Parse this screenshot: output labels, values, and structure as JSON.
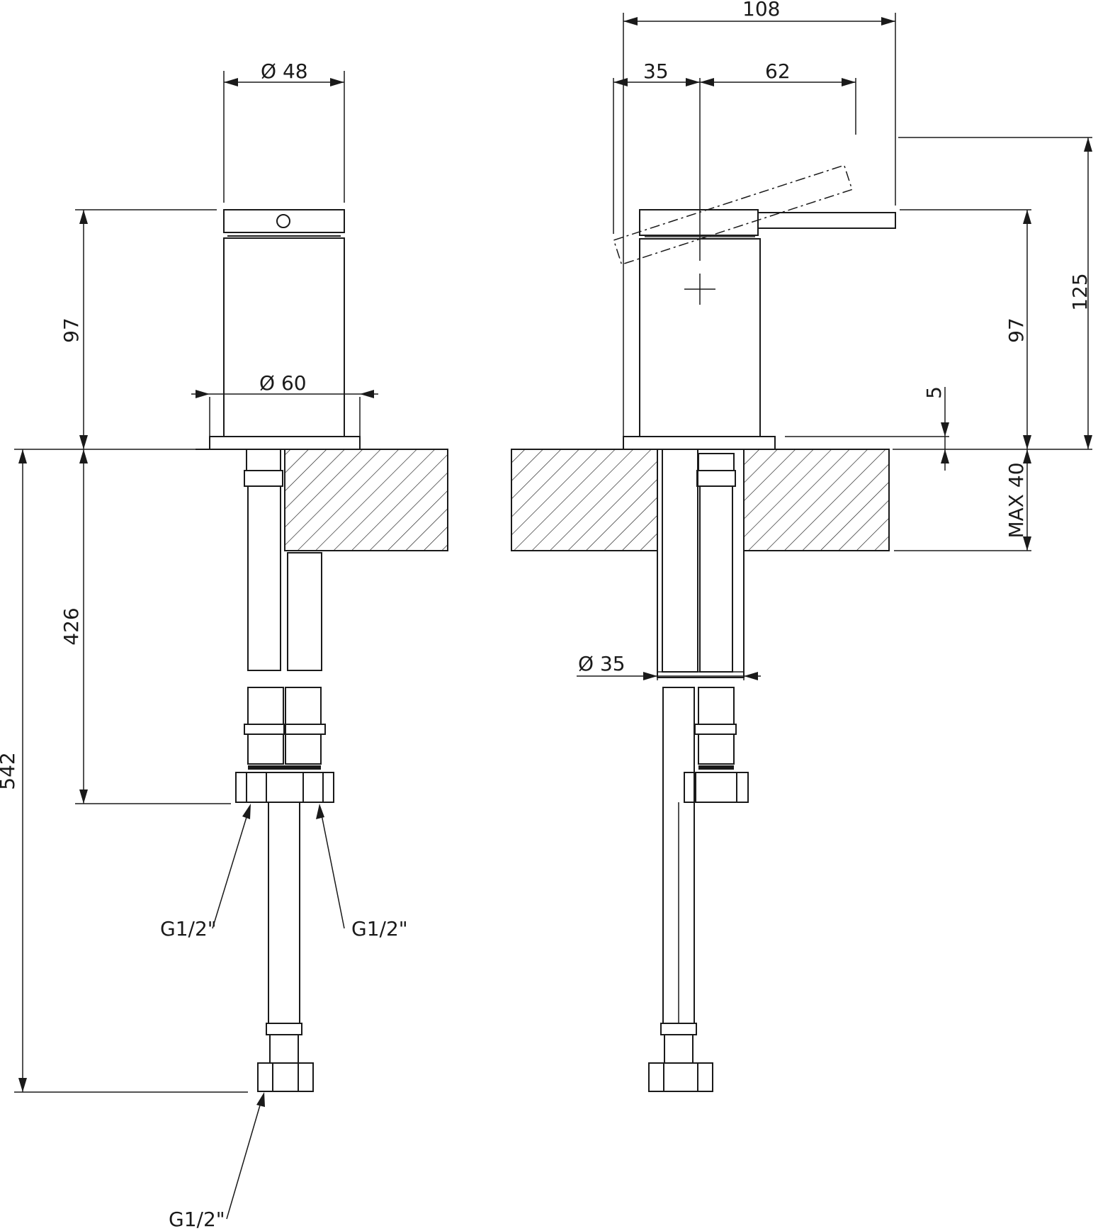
{
  "dimensions": {
    "dia_48": "Ø 48",
    "dia_60": "Ø 60",
    "dia_35": "Ø 35",
    "h_97_left": "97",
    "h_426": "426",
    "h_542": "542",
    "w_108": "108",
    "w_35": "35",
    "w_62": "62",
    "h_125": "125",
    "h_97_right": "97",
    "h_5": "5",
    "max_40": "MAX 40"
  },
  "callouts": {
    "inlet_left": "G1/2\"",
    "inlet_right": "G1/2\"",
    "outlet_bottom": "G1/2\""
  }
}
